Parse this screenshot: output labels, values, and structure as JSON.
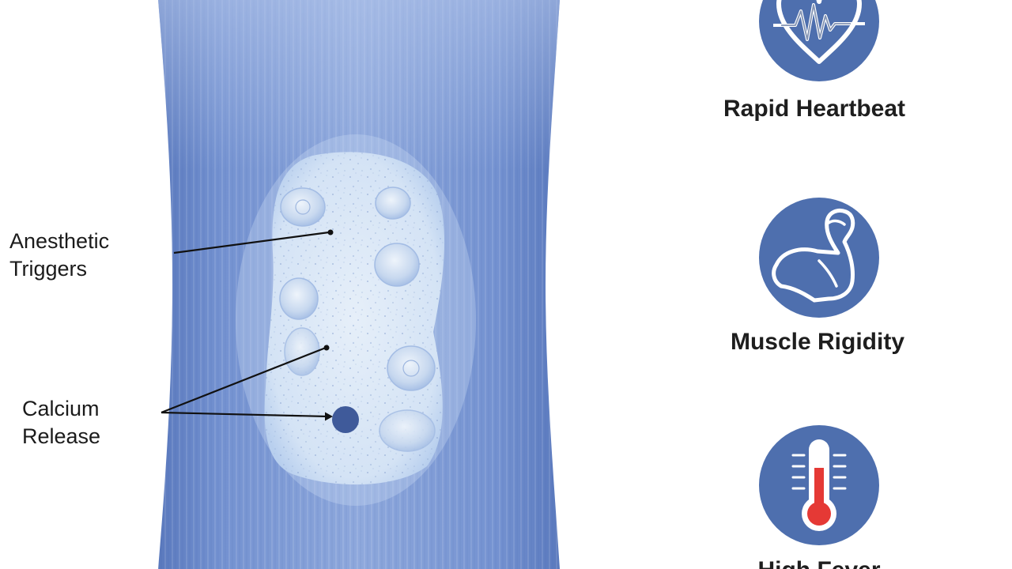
{
  "callouts": {
    "anesthetic": {
      "line1": "Anesthetic",
      "line2": "Triggers"
    },
    "calcium": {
      "line1": "Calcium",
      "line2": "Release"
    }
  },
  "symptoms": [
    {
      "label": "Rapid Heartbeat",
      "icon": "heartbeat-icon"
    },
    {
      "label": "Muscle Rigidity",
      "icon": "flexed-arm-icon"
    },
    {
      "label": "High Fever",
      "icon": "thermometer-icon"
    }
  ],
  "colors": {
    "muscle": "#6f8fce",
    "muscle_dark": "#5676ba",
    "cell": "#dbe8f7",
    "icon_circle": "#4e6fae",
    "dot": "#3f5a9a",
    "thermo_red": "#e53935",
    "text": "#1b1b1b"
  }
}
